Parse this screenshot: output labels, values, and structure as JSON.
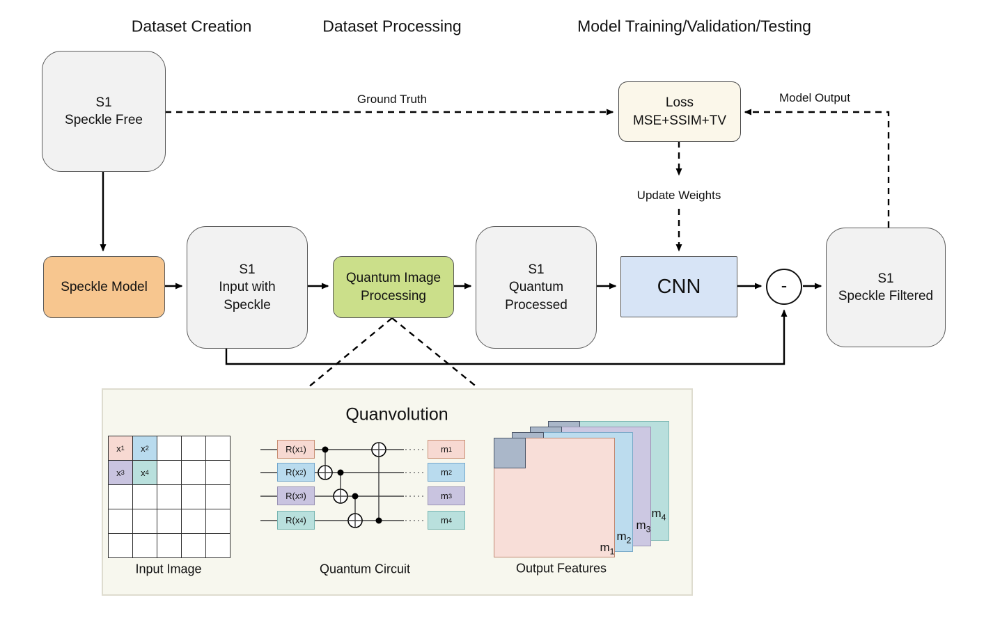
{
  "headers": [
    {
      "label": "Dataset Creation"
    },
    {
      "label": "Dataset Processing"
    },
    {
      "label": "Model Training/Validation/Testing"
    }
  ],
  "nodes": {
    "speckle_free": {
      "line1": "S1",
      "line2": "Speckle Free"
    },
    "speckle_model": {
      "label": "Speckle Model",
      "color": "#f7c68f"
    },
    "input_with_speckle": {
      "line1": "S1",
      "line2": "Input with",
      "line3": "Speckle"
    },
    "quantum_image_processing": {
      "line1": "Quantum Image",
      "line2": "Processing",
      "color": "#cbdf8a"
    },
    "quantum_processed": {
      "line1": "S1",
      "line2": "Quantum",
      "line3": "Processed"
    },
    "cnn": {
      "label": "CNN",
      "color": "#d7e4f6"
    },
    "subtract": {
      "label": "-"
    },
    "speckle_filtered": {
      "line1": "S1",
      "line2": "Speckle Filtered"
    },
    "loss": {
      "line1": "Loss",
      "line2": "MSE+SSIM+TV",
      "color": "#fbf7ea"
    }
  },
  "edge_labels": {
    "ground_truth": "Ground Truth",
    "update_weights": "Update Weights",
    "model_output": "Model Output"
  },
  "quanvolution": {
    "title": "Quanvolution",
    "input_image": {
      "caption": "Input Image",
      "grid": "5x5",
      "cells": [
        {
          "base": "x",
          "sub": "1",
          "color": "#f7d9d2"
        },
        {
          "base": "x",
          "sub": "2",
          "color": "#b9dbee"
        },
        {
          "base": "x",
          "sub": "3",
          "color": "#c9c4e0"
        },
        {
          "base": "x",
          "sub": "4",
          "color": "#b9e0dd"
        }
      ]
    },
    "circuit": {
      "caption": "Quantum Circuit",
      "gates": [
        {
          "base": "R(x",
          "sub": "1",
          "suffix": ")",
          "color": "#f7d9d2"
        },
        {
          "base": "R(x",
          "sub": "2",
          "suffix": ")",
          "color": "#b9dbee"
        },
        {
          "base": "R(x",
          "sub": "3",
          "suffix": ")",
          "color": "#c9c4e0"
        },
        {
          "base": "R(x",
          "sub": "4",
          "suffix": ")",
          "color": "#b9e0dd"
        }
      ],
      "measurements": [
        {
          "base": "m",
          "sub": "1",
          "color": "#f7d9d2"
        },
        {
          "base": "m",
          "sub": "2",
          "color": "#b9dbee"
        },
        {
          "base": "m",
          "sub": "3",
          "color": "#c9c4e0"
        },
        {
          "base": "m",
          "sub": "4",
          "color": "#b9e0dd"
        }
      ]
    },
    "output_features": {
      "caption": "Output Features",
      "kernel_color": "#aab7c9",
      "layers": [
        {
          "base": "m",
          "sub": "1",
          "color": "#f8ded8"
        },
        {
          "base": "m",
          "sub": "2",
          "color": "#bcdcee"
        },
        {
          "base": "m",
          "sub": "3",
          "color": "#ccc8e2"
        },
        {
          "base": "m",
          "sub": "4",
          "color": "#b9dfdd"
        }
      ]
    }
  },
  "colors": {
    "node_gray": "#f2f2f2",
    "container_bg": "#f7f7ee",
    "border_dark": "#595959",
    "arrow_black": "#000000"
  }
}
